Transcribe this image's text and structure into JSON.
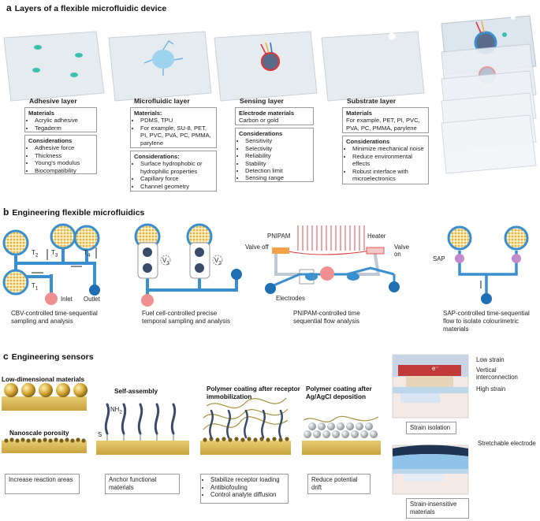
{
  "panel_a": {
    "letter": "a",
    "title": "Layers of a flexible microfluidic device",
    "layers": [
      {
        "name": "Adhesive layer",
        "box1_heading": "Materials",
        "box1_items": [
          "Acrylic adhesive",
          "Tegaderm"
        ],
        "box2_heading": "Considerations",
        "box2_items": [
          "Adhesive force",
          "Thickness",
          "Young's modulus",
          "Biocompatibility"
        ]
      },
      {
        "name": "Microfluidic layer",
        "box1_heading": "Materials:",
        "box1_items": [
          "PDMS, TPU",
          "For example, SU-8, PET, PI, PVC, PVA, PC, PMMA, parylene"
        ],
        "box2_heading": "Considerations:",
        "box2_items": [
          "Surface hydrophobic or hydrophilic properties",
          "Capillary force",
          "Channel geometry"
        ]
      },
      {
        "name": "Sensing layer",
        "box1_heading": "Electrode materials",
        "box1_text": "Carbon or gold",
        "box2_heading": "Considerations",
        "box2_items": [
          "Sensitivity",
          "Selectivity",
          "Reliability",
          "Stability",
          "Detection limit",
          "Sensing range"
        ]
      },
      {
        "name": "Substrate layer",
        "box1_heading": "Materials",
        "box1_text": "For example, PET, PI, PVC, PVA, PC, PMMA, parylene",
        "box2_heading": "Considerations",
        "box2_items": [
          "Minimize mechanical noise",
          "Reduce environmental effects",
          "Robust interface with microelectronics"
        ]
      }
    ]
  },
  "panel_b": {
    "letter": "b",
    "title": "Engineering flexible microfluidics",
    "cbv": {
      "t1": "T",
      "t1_sub": "1",
      "t2": "T",
      "t2_sub": "2",
      "t3": "T",
      "t3_sub": "3",
      "t4": "T",
      "t4_sub": "4",
      "inlet": "Inlet",
      "outlet": "Outlet",
      "caption": "CBV-controlled time-sequential sampling and analysis"
    },
    "fuel": {
      "v1": "V",
      "v1_sub": "1",
      "v2": "V",
      "v2_sub": "2",
      "caption": "Fuel cell-controlled precise temporal sampling and analysis"
    },
    "pnipam": {
      "pnipam_label": "PNIPAM",
      "heater": "Heater",
      "valve_off": "Valve off",
      "valve_on": "Valve on",
      "electrodes": "Electrodes",
      "caption": "PNIPAM-controlled time sequential flow analysis"
    },
    "sap": {
      "sap_label": "SAP",
      "caption": "SAP-controlled time-sequential flow to isolate colourimetric materials"
    }
  },
  "panel_c": {
    "letter": "c",
    "title": "Engineering sensors",
    "low_dim": "Low-dimensional materials",
    "nanoscale": "Nanoscale porosity",
    "box_increase": "Increase reaction areas",
    "self_assembly": "Self-assembly",
    "nh2": "NH",
    "nh2_sub": "2",
    "s_label": "S",
    "box_anchor": "Anchor functional materials",
    "polymer_receptor": "Polymer coating after receptor immobilization",
    "box_receptor": [
      "Stabilize receptor loading",
      "Antibiofouling",
      "Control analyte diffusion"
    ],
    "polymer_agcl": "Polymer coating after Ag/AgCl deposition",
    "box_drift": "Reduce potential drift",
    "low_strain": "Low strain",
    "vertical": "Vertical interconnection",
    "high_strain": "High strain",
    "electron": "e⁻",
    "box_strain_iso": "Strain isolation",
    "stretchable": "Stretchable electrode",
    "box_strain_ins": "Strain-insensitive materials"
  },
  "colors": {
    "channel_blue": "#3a8fd0",
    "outlet_blue": "#1f6fb4",
    "inlet_pink": "#f08f8f",
    "sensor_red": "#d83838",
    "gold": "#c9a438",
    "teal_dot": "#3dbfad",
    "sap_purple": "#c58bd0"
  }
}
